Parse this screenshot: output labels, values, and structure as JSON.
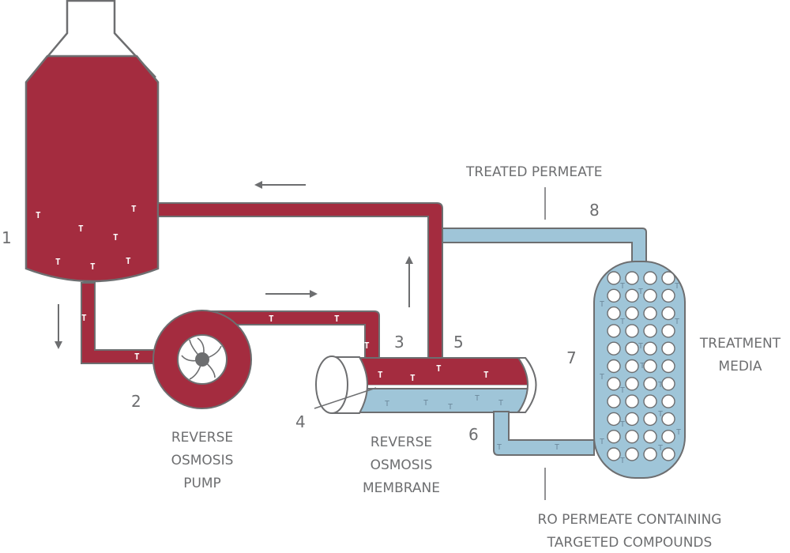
{
  "title": "Reverse osmosis treatment process",
  "colors": {
    "feed": "#a42c3f",
    "permeate": "#9fc5d8",
    "outline": "#6d6e70",
    "text": "#6d6e70"
  },
  "numbers": {
    "n1": "1",
    "n2": "2",
    "n3": "3",
    "n4": "4",
    "n5": "5",
    "n6": "6",
    "n7": "7",
    "n8": "8"
  },
  "labels": {
    "treated_permeate": "TREATED PERMEATE",
    "pump": [
      "REVERSE",
      "OSMOSIS",
      "PUMP"
    ],
    "membrane": [
      "REVERSE",
      "OSMOSIS",
      "MEMBRANE"
    ],
    "media": [
      "TREATMENT",
      "MEDIA"
    ],
    "ro_permeate": [
      "RO PERMEATE CONTAINING",
      "TARGETED COMPOUNDS"
    ]
  },
  "marker_glyph": "T",
  "components": [
    {
      "id": "1",
      "name": "feed-tank"
    },
    {
      "id": "2",
      "name": "reverse-osmosis-pump"
    },
    {
      "id": "3",
      "name": "membrane-feed-inlet"
    },
    {
      "id": "4",
      "name": "reverse-osmosis-membrane"
    },
    {
      "id": "5",
      "name": "concentrate-return"
    },
    {
      "id": "6",
      "name": "ro-permeate-outlet"
    },
    {
      "id": "7",
      "name": "treatment-media-vessel"
    },
    {
      "id": "8",
      "name": "treated-permeate-line"
    }
  ],
  "flow_arrows": [
    {
      "name": "tank-outflow",
      "direction": "down"
    },
    {
      "name": "pump-to-membrane",
      "direction": "right"
    },
    {
      "name": "concentrate-up",
      "direction": "up"
    },
    {
      "name": "return-to-tank",
      "direction": "left"
    }
  ]
}
